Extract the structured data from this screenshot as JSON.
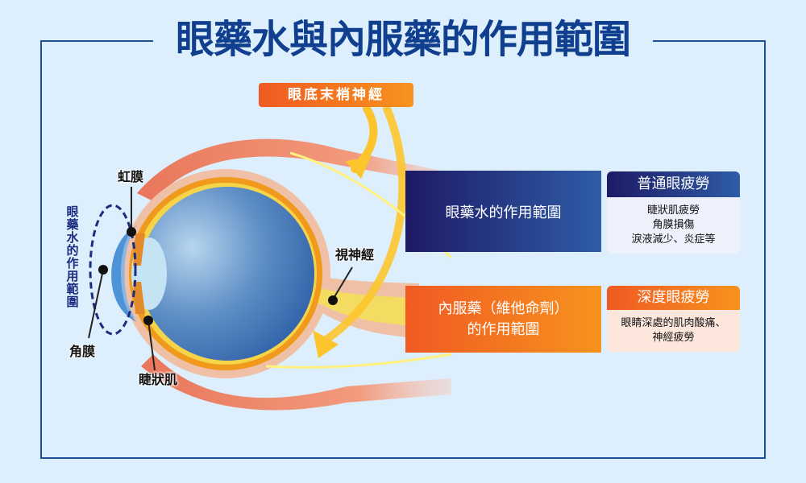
{
  "title": "眼藥水與內服藥的作用範圍",
  "fundus_nerve_tag": "眼底末梢神經",
  "eye_drops_box": {
    "label": "眼藥水的作用範圍"
  },
  "oral_box": {
    "line1": "內服藥（維他命劑）",
    "line2": "的作用範圍"
  },
  "normal_fatigue": {
    "header": "普通眼疲勞",
    "items": [
      "睫狀肌疲勞",
      "角膜損傷",
      "淚液減少、炎症等"
    ]
  },
  "deep_fatigue": {
    "header": "深度眼疲勞",
    "items": [
      "眼睛深處的肌肉酸痛、",
      "神經疲勞"
    ]
  },
  "anatomy_labels": {
    "iris": "虹膜",
    "cornea": "角膜",
    "ciliary_muscle": "睫狀肌",
    "optic_nerve": "視神經"
  },
  "eye_drops_vertical_label": [
    "眼",
    "藥",
    "水",
    "的",
    "作",
    "用",
    "範",
    "圍"
  ],
  "colors": {
    "background": "#ddeefc",
    "frame": "#1f4f95",
    "title": "#103f8f",
    "blue_dark": "#1e1a66",
    "blue_light": "#2f5ca6",
    "orange_start": "#f05a22",
    "orange_end": "#f7931e"
  }
}
